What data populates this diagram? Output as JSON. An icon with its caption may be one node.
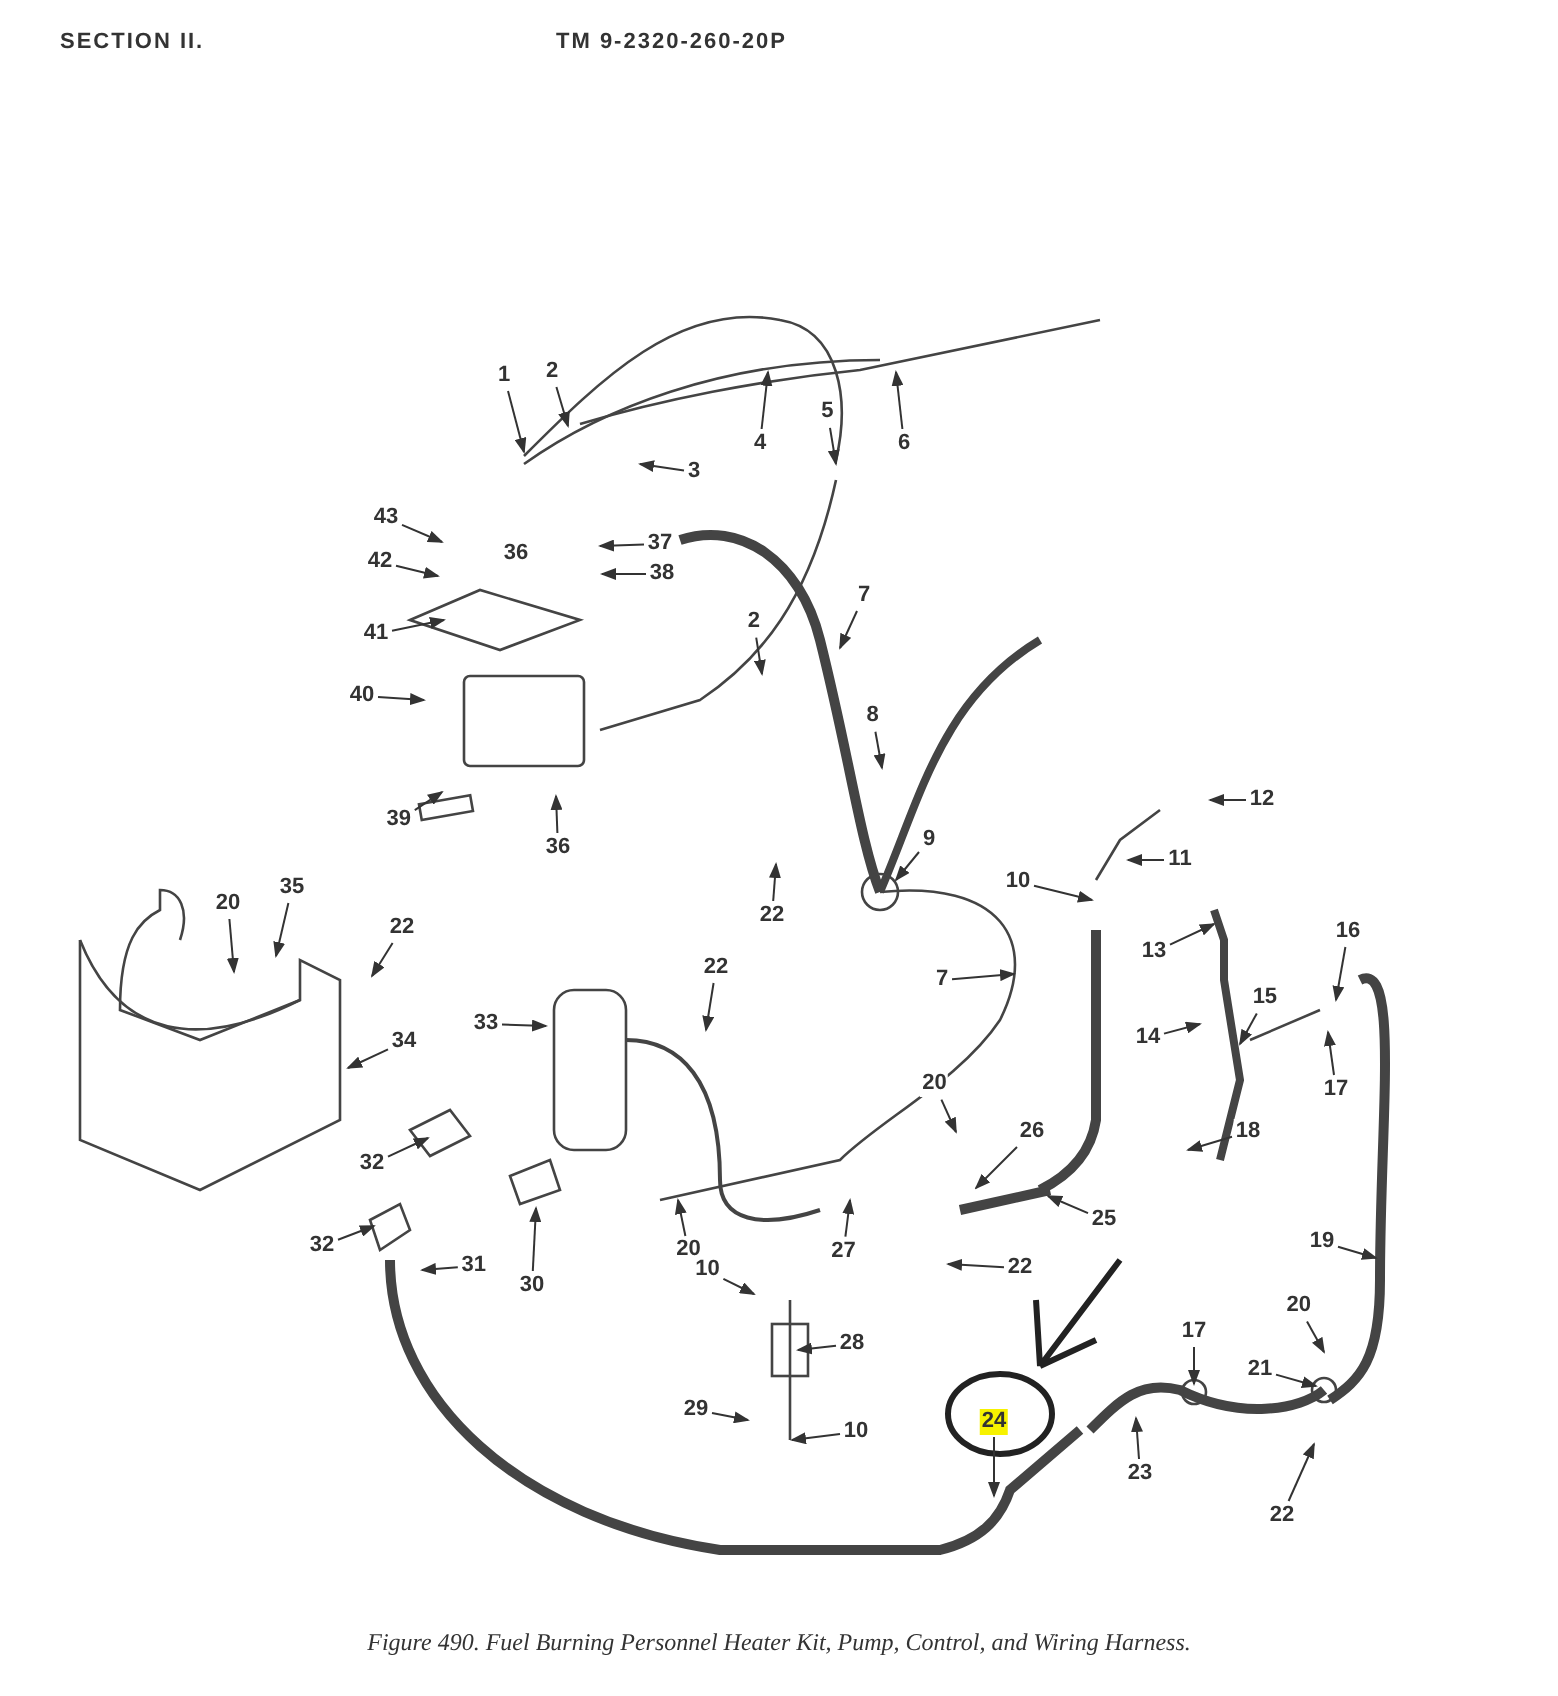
{
  "diagram": {
    "caption": "Figure 490. Fuel Burning Personnel Heater Kit, Pump, Control, and Wiring Harness.",
    "labels": [
      "SECTION II.",
      "TM 9-2320-260-20P"
    ],
    "nodes": [
      {
        "text": [
          "1"
        ]
      },
      {
        "text": [
          "2"
        ]
      },
      {
        "text": [
          "3"
        ]
      },
      {
        "text": [
          "4"
        ]
      },
      {
        "text": [
          "5"
        ]
      },
      {
        "text": [
          "6"
        ]
      },
      {
        "text": [
          "43"
        ]
      },
      {
        "text": [
          "36"
        ]
      },
      {
        "text": [
          "37"
        ]
      },
      {
        "text": [
          "42"
        ]
      },
      {
        "text": [
          "38"
        ]
      },
      {
        "text": [
          "41"
        ]
      },
      {
        "text": [
          "2"
        ]
      },
      {
        "text": [
          "7"
        ]
      },
      {
        "text": [
          "40"
        ]
      },
      {
        "text": [
          "8"
        ]
      },
      {
        "text": [
          "39"
        ]
      },
      {
        "text": [
          "36"
        ]
      },
      {
        "text": [
          "12"
        ]
      },
      {
        "text": [
          "22"
        ]
      },
      {
        "text": [
          "9"
        ]
      },
      {
        "text": [
          "11"
        ]
      },
      {
        "text": [
          "10"
        ]
      },
      {
        "text": [
          "20"
        ]
      },
      {
        "text": [
          "35"
        ]
      },
      {
        "text": [
          "22"
        ]
      },
      {
        "text": [
          "13"
        ]
      },
      {
        "text": [
          "16"
        ]
      },
      {
        "text": [
          "7"
        ]
      },
      {
        "text": [
          "22"
        ]
      },
      {
        "text": [
          "14"
        ]
      },
      {
        "text": [
          "15"
        ]
      },
      {
        "text": [
          "34"
        ]
      },
      {
        "text": [
          "33"
        ]
      },
      {
        "text": [
          "17"
        ]
      },
      {
        "text": [
          "20"
        ]
      },
      {
        "text": [
          "26"
        ]
      },
      {
        "text": [
          "18"
        ]
      },
      {
        "text": [
          "32"
        ]
      },
      {
        "text": [
          "25"
        ]
      },
      {
        "text": [
          "20"
        ]
      },
      {
        "text": [
          "27"
        ]
      },
      {
        "text": [
          "31"
        ]
      },
      {
        "text": [
          "32"
        ]
      },
      {
        "text": [
          "30"
        ]
      },
      {
        "text": [
          "22"
        ]
      },
      {
        "text": [
          "19"
        ]
      },
      {
        "text": [
          "10"
        ]
      },
      {
        "text": [
          "28"
        ]
      },
      {
        "text": [
          "20"
        ]
      },
      {
        "text": [
          "17"
        ]
      },
      {
        "text": [
          "21"
        ]
      },
      {
        "text": [
          "29"
        ]
      },
      {
        "text": [
          "10"
        ]
      },
      {
        "text": [
          "24"
        ]
      },
      {
        "text": [
          "23"
        ]
      },
      {
        "text": [
          "22"
        ]
      }
    ],
    "edges": [
      {
        "from": 0,
        "to": null,
        "arrow": "to"
      },
      {
        "from": 1,
        "to": null,
        "arrow": "to"
      },
      {
        "from": 2,
        "to": null,
        "arrow": "to"
      },
      {
        "from": 3,
        "to": null,
        "arrow": "to"
      },
      {
        "from": 4,
        "to": null,
        "arrow": "to"
      },
      {
        "from": 5,
        "to": null,
        "arrow": "to"
      },
      {
        "from": 6,
        "to": null,
        "arrow": "to"
      },
      {
        "from": 8,
        "to": null,
        "arrow": "to"
      },
      {
        "from": 9,
        "to": null,
        "arrow": "to"
      },
      {
        "from": 10,
        "to": null,
        "arrow": "to"
      },
      {
        "from": 11,
        "to": null,
        "arrow": "to"
      },
      {
        "from": 12,
        "to": null,
        "arrow": "to"
      },
      {
        "from": 13,
        "to": null,
        "arrow": "to"
      },
      {
        "from": 14,
        "to": null,
        "arrow": "to"
      },
      {
        "from": 15,
        "to": null,
        "arrow": "to"
      },
      {
        "from": 16,
        "to": null,
        "arrow": "to"
      },
      {
        "from": 17,
        "to": null,
        "arrow": "to"
      },
      {
        "from": 18,
        "to": null,
        "arrow": "to"
      },
      {
        "from": 19,
        "to": null,
        "arrow": "to"
      },
      {
        "from": 20,
        "to": null,
        "arrow": "to"
      },
      {
        "from": 21,
        "to": null,
        "arrow": "to"
      },
      {
        "from": 22,
        "to": null,
        "arrow": "to"
      },
      {
        "from": 23,
        "to": null,
        "arrow": "to"
      },
      {
        "from": 24,
        "to": null,
        "arrow": "to"
      },
      {
        "from": 25,
        "to": null,
        "arrow": "to"
      },
      {
        "from": 26,
        "to": null,
        "arrow": "to"
      },
      {
        "from": 27,
        "to": null,
        "arrow": "to"
      },
      {
        "from": 28,
        "to": null,
        "arrow": "to"
      },
      {
        "from": 29,
        "to": null,
        "arrow": "to"
      },
      {
        "from": 30,
        "to": null,
        "arrow": "to"
      },
      {
        "from": 31,
        "to": null,
        "arrow": "to"
      },
      {
        "from": 32,
        "to": null,
        "arrow": "to"
      },
      {
        "from": 33,
        "to": null,
        "arrow": "to"
      },
      {
        "from": 34,
        "to": null,
        "arrow": "to"
      },
      {
        "from": 35,
        "to": null,
        "arrow": "to"
      },
      {
        "from": 36,
        "to": null,
        "arrow": "to"
      },
      {
        "from": 37,
        "to": null,
        "arrow": "to"
      },
      {
        "from": 38,
        "to": null,
        "arrow": "to"
      },
      {
        "from": 39,
        "to": null,
        "arrow": "to"
      },
      {
        "from": 40,
        "to": null,
        "arrow": "to"
      },
      {
        "from": 41,
        "to": null,
        "arrow": "to"
      },
      {
        "from": 42,
        "to": null,
        "arrow": "to"
      },
      {
        "from": 43,
        "to": null,
        "arrow": "to"
      },
      {
        "from": 44,
        "to": null,
        "arrow": "to"
      },
      {
        "from": 45,
        "to": null,
        "arrow": "to"
      },
      {
        "from": 46,
        "to": null,
        "arrow": "to"
      },
      {
        "from": 47,
        "to": null,
        "arrow": "to"
      },
      {
        "from": 48,
        "to": null,
        "arrow": "to"
      },
      {
        "from": 49,
        "to": null,
        "arrow": "to"
      },
      {
        "from": 50,
        "to": null,
        "arrow": "to"
      },
      {
        "from": 51,
        "to": null,
        "arrow": "to"
      },
      {
        "from": 52,
        "to": null,
        "arrow": "to"
      },
      {
        "from": 53,
        "to": null,
        "arrow": "to"
      },
      {
        "from": 54,
        "to": null,
        "arrow": "to"
      },
      {
        "from": 55,
        "to": null,
        "arrow": "to"
      },
      {
        "from": 56,
        "to": null,
        "arrow": "to"
      }
    ]
  }
}
